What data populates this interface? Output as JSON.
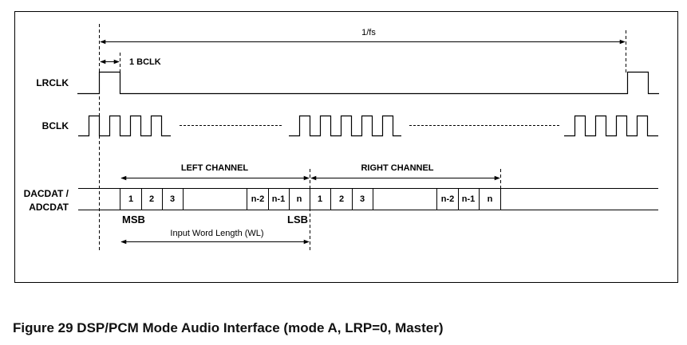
{
  "diagram": {
    "period_label": "1/fs",
    "bclk_width_label": "1 BCLK",
    "signals": {
      "lrclk": "LRCLK",
      "bclk": "BCLK",
      "data_line1": "DACDAT /",
      "data_line2": "ADCDAT"
    },
    "left_channel_label": "LEFT CHANNEL",
    "right_channel_label": "RIGHT CHANNEL",
    "msb_label": "MSB",
    "lsb_label": "LSB",
    "word_length_label": "Input Word Length (WL)",
    "left_bits": [
      "1",
      "2",
      "3",
      "",
      "n-2",
      "n-1",
      "n"
    ],
    "right_bits": [
      "1",
      "2",
      "3",
      "",
      "n-2",
      "n-1",
      "n"
    ]
  },
  "caption": "Figure 29 DSP/PCM Mode Audio Interface (mode A, LRP=0, Master)"
}
